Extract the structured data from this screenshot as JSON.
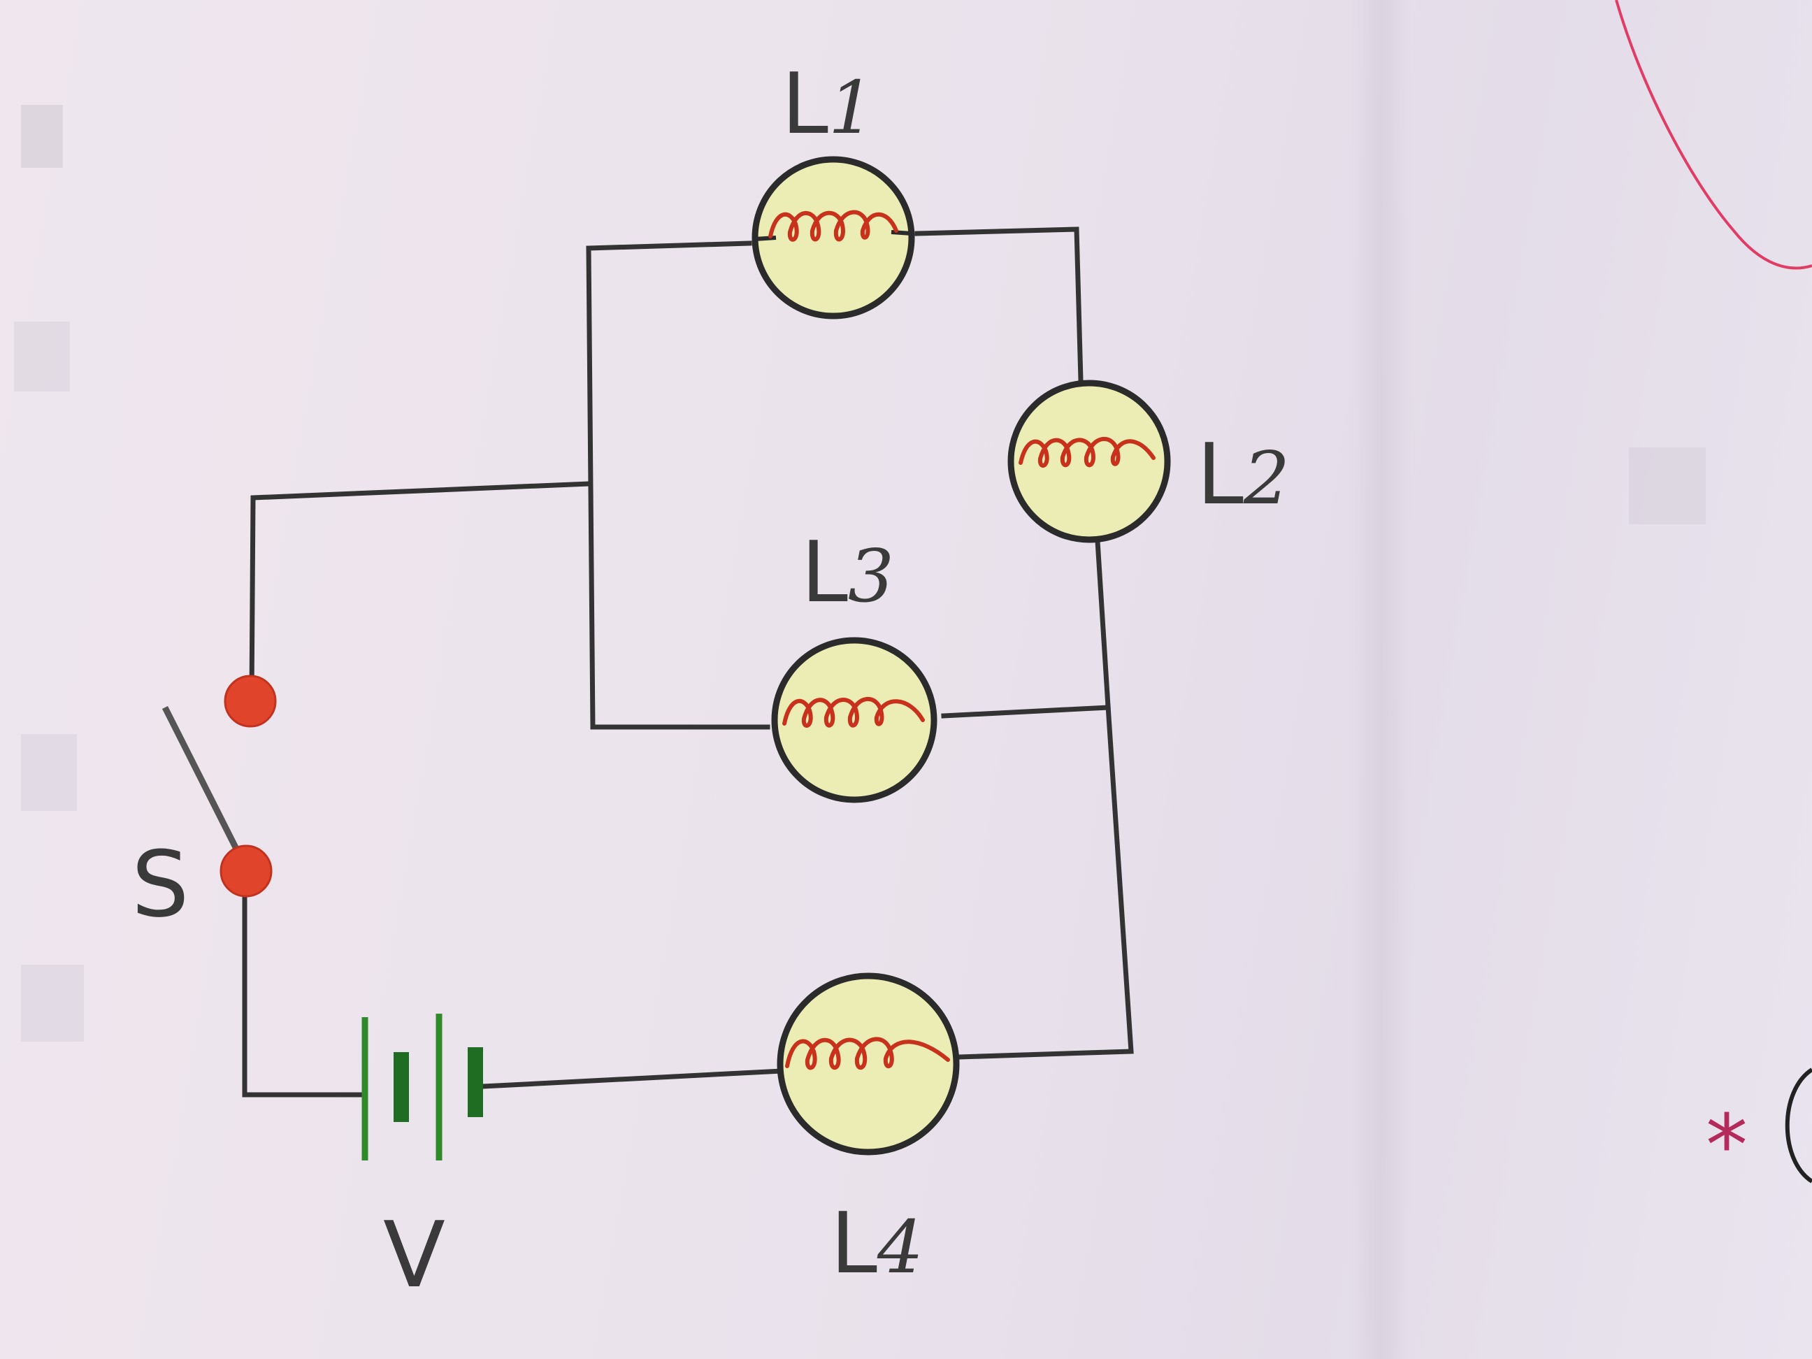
{
  "lamps": [
    {
      "id": "L1",
      "letter": "L",
      "sub": "1"
    },
    {
      "id": "L2",
      "letter": "L",
      "sub": "2"
    },
    {
      "id": "L3",
      "letter": "L",
      "sub": "3"
    },
    {
      "id": "L4",
      "letter": "L",
      "sub": "4"
    }
  ],
  "switch_label": "S",
  "battery_label": "V",
  "margin_mark": "*",
  "colors": {
    "bulb_fill": "#ecedb4",
    "filament": "#c8321c",
    "wire": "#333333",
    "terminal": "#e0442b",
    "battery": "#2e8a2a",
    "ink_mark": "#e03c64"
  }
}
